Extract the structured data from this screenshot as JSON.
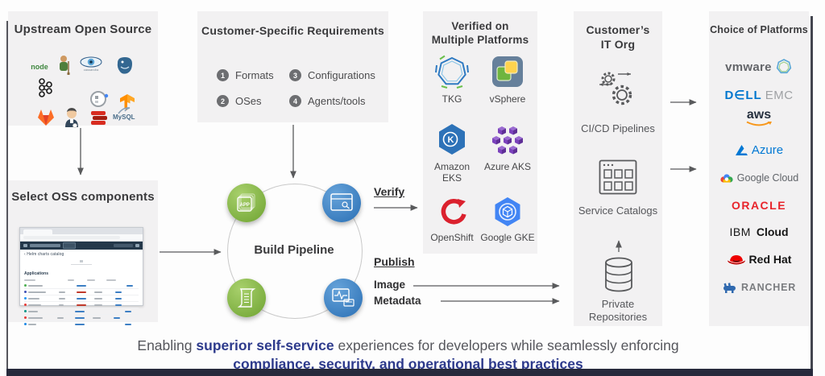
{
  "upstream": {
    "title": "Upstream Open Source",
    "logo_names": [
      "nodejs",
      "gardener",
      "cassandra",
      "postgresql",
      "kafka",
      "open-source-circle",
      "tensorflow",
      "gitlab",
      "jenkins",
      "redis",
      "mysql"
    ],
    "logo_text": {
      "node": "node",
      "cassandra": "cassandra",
      "mysql": "MySQL"
    }
  },
  "select_oss": {
    "title": "Select OSS components",
    "browser": {
      "back_glyph": "‹",
      "heading": "Helm charts catalog",
      "section": "Applications"
    }
  },
  "requirements": {
    "title": "Customer-Specific Requirements",
    "items": [
      {
        "num": "1",
        "label": "Formats"
      },
      {
        "num": "2",
        "label": "OSes"
      },
      {
        "num": "3",
        "label": "Configurations"
      },
      {
        "num": "4",
        "label": "Agents/tools"
      }
    ]
  },
  "pipeline": {
    "label": "Build Pipeline",
    "app_badge": "APP",
    "verify": "Verify",
    "publish": "Publish",
    "image": "Image",
    "metadata": "Metadata"
  },
  "verified": {
    "title": "Verified on Multiple Platforms",
    "platforms": [
      {
        "name": "tkg",
        "label": "TKG"
      },
      {
        "name": "vsphere",
        "label": "vSphere"
      },
      {
        "name": "amazon-eks",
        "label": "Amazon EKS",
        "letter": "K"
      },
      {
        "name": "azure-aks",
        "label": "Azure AKS"
      },
      {
        "name": "openshift",
        "label": "OpenShift"
      },
      {
        "name": "google-gke",
        "label": "Google GKE"
      }
    ]
  },
  "it_org": {
    "title": "Customer’s IT Org",
    "items": [
      {
        "name": "cicd-pipelines",
        "label": "CI/CD Pipelines"
      },
      {
        "name": "service-catalogs",
        "label": "Service Catalogs"
      },
      {
        "name": "private-repositories",
        "label": "Private Repositories"
      }
    ]
  },
  "choice": {
    "title": "Choice of Platforms",
    "vmware": "vmware",
    "dell_a": "D∈LL",
    "dell_b": "EMC",
    "aws": "aws",
    "azure": "Azure",
    "google": "Google Cloud",
    "oracle": "ORACLE",
    "ibm_a": "IBM",
    "ibm_b": "Cloud",
    "redhat": "Red Hat",
    "rancher": "RANCHER"
  },
  "caption": {
    "pre": "Enabling ",
    "hl1": "superior self-service",
    "mid": " experiences for developers while seamlessly enforcing",
    "line2": "compliance, security, and operational best practices"
  },
  "colors": {
    "highlight_navy": "#2d3a8c",
    "node_green": "#6ea331",
    "node_blue": "#2a6fb4",
    "panel_bg": "#f2f1f2"
  }
}
